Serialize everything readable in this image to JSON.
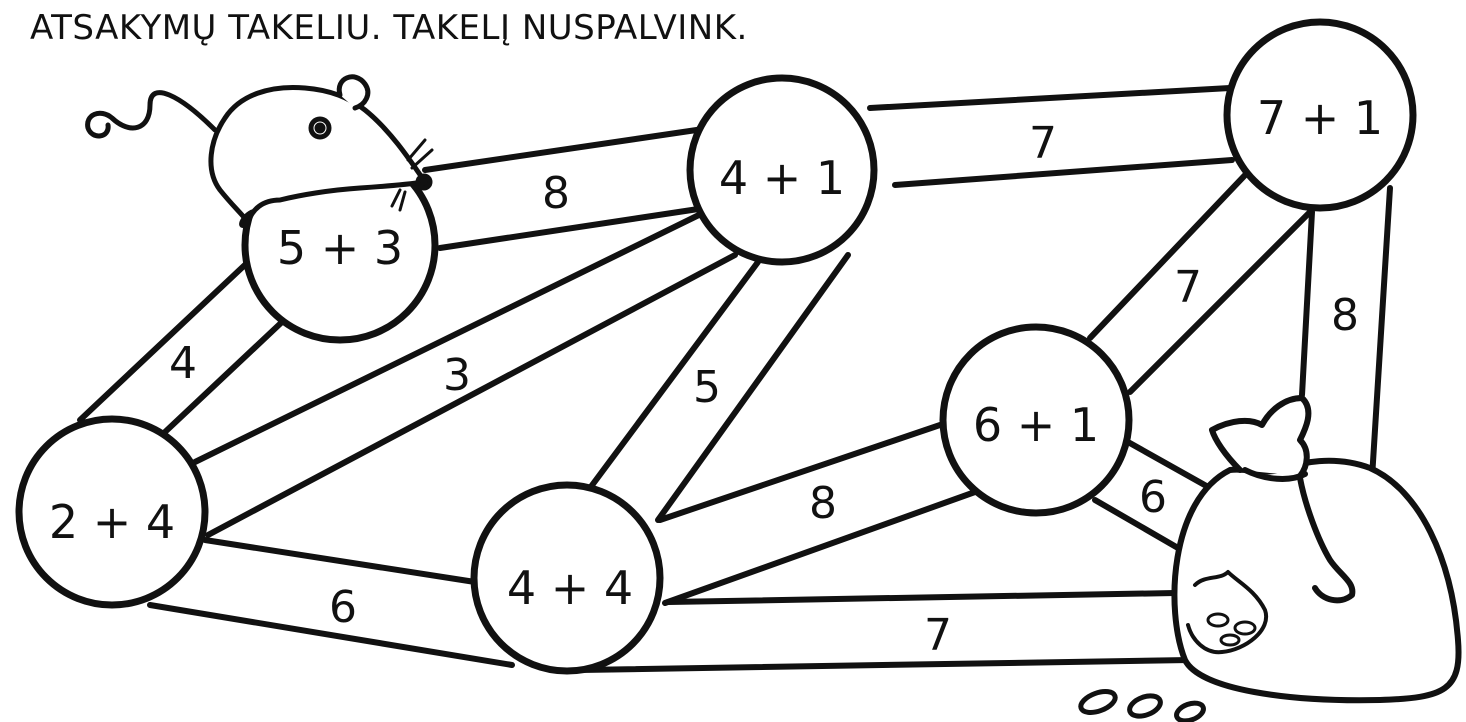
{
  "title": "ATSAKYMŲ TAKELIU. TAKELĮ NUSPALVINK.",
  "nodes": {
    "n53": "5 + 3",
    "n41": "4 + 1",
    "n71": "7 + 1",
    "n24": "2 + 4",
    "n44": "4 + 4",
    "n61": "6 + 1"
  },
  "edges": {
    "e_53_41": "8",
    "e_41_71": "7",
    "e_53_24": "4",
    "e_41_24": "3",
    "e_41_44": "5",
    "e_71_61": "7",
    "e_71_bag": "8",
    "e_44_61": "8",
    "e_61_bag": "6",
    "e_24_44": "6",
    "e_44_bag": "7"
  },
  "icons": [
    "mouse-icon",
    "money-bag-icon",
    "coins-icon"
  ]
}
